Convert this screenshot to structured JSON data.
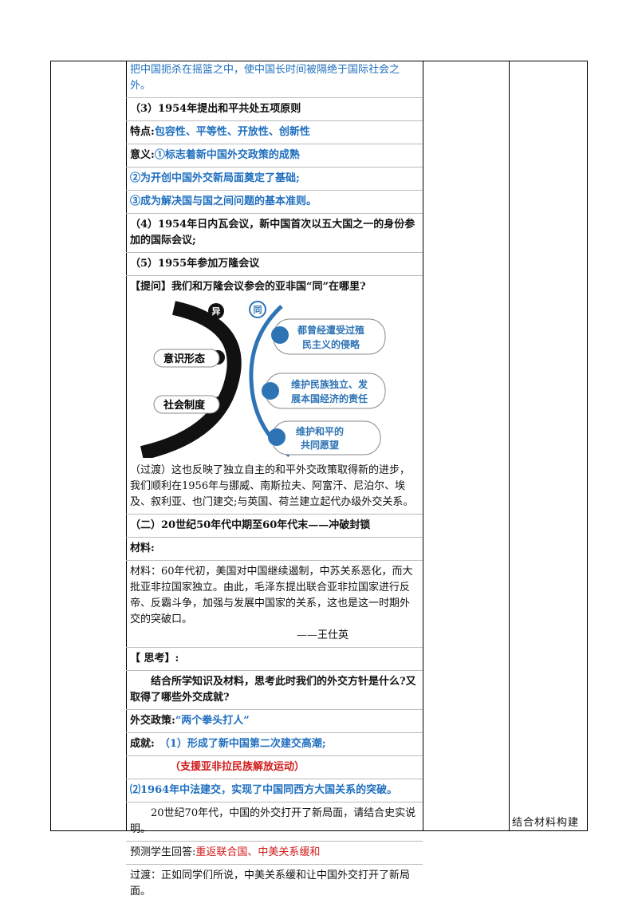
{
  "lines": {
    "l1": "把中国扼杀在摇篮之中，使中国长时间被隔绝于国际社会之外。",
    "l2": "（3）1954年提出和平共处五项原则",
    "l3_label": "特点:",
    "l3_value": "包容性、平等性、开放性、创新性",
    "l4_label": "意义:",
    "l4_value": "①标志着新中国外交政策的成熟",
    "l5": "②为开创中国外交新局面奠定了基础;",
    "l6": "③成为解决国与国之间问题的基本准则。",
    "l7": "（4）1954年日内瓦会议，新中国首次以五大国之一的身份参加的国际会议;",
    "l8": "（5）1955年参加万隆会议",
    "l9": "【提问】我们和万隆会议参会的亚非国“同”在哪里?",
    "l10": "（过渡）这也反映了独立自主的和平外交政策取得新的进步，我们顺利在1956年与挪威、南斯拉夫、阿富汗、尼泊尔、埃及、叙利亚、也门建交;与英国、荷兰建立起代办级外交关系。",
    "l11": "（二）20世纪50年代中期至60年代末——冲破封锁",
    "l12": "材料:",
    "l13": "材料：60年代初，美国对中国继续遏制，中苏关系恶化，而大批亚非拉国家独立。由此，毛泽东提出联合亚非拉国家进行反帝、反霸斗争，加强与发展中国家的关系，这也是这一时期外交的突破口。",
    "l14": "——王仕英",
    "l15": "【 思考】:",
    "l16": "结合所学知识及材料，思考此时我们的外交方针是什么?又取得了哪些外交成就?",
    "l17_label": "外交政策:",
    "l17_value": "“两个拳头打人”",
    "l18_label": "成就:",
    "l18_value": "（1）形成了新中国第二次建交高潮;",
    "l19": "（支援亚非拉民族解放运动）",
    "l20": "⑵1964年中法建交，实现了中国同西方大国关系的突破。",
    "l21": "20世纪70年代，中国的外交打开了新局面，请结合史实说明。",
    "l22_label": "预测学生回答:",
    "l22_value": "重返联合国、中美关系缓和",
    "l23": "过渡：正如同学们所说，中美关系缓和让中国外交打开了新局面。"
  },
  "diagram": {
    "yi": "异",
    "tong": "同",
    "left1": "意识形态",
    "left2": "社会制度",
    "right1a": "都曾经遭受过殖",
    "right1b": "民主义的侵略",
    "right2a": "维护民族独立、发",
    "right2b": "展本国经济的责任",
    "right3a": "维护和平的",
    "right3b": "共同愿望"
  },
  "side_note": "结合材料构建",
  "colors": {
    "blue": "#1f6fbf",
    "red": "#d11a1a",
    "diagram_blue": "#2e74b5"
  }
}
